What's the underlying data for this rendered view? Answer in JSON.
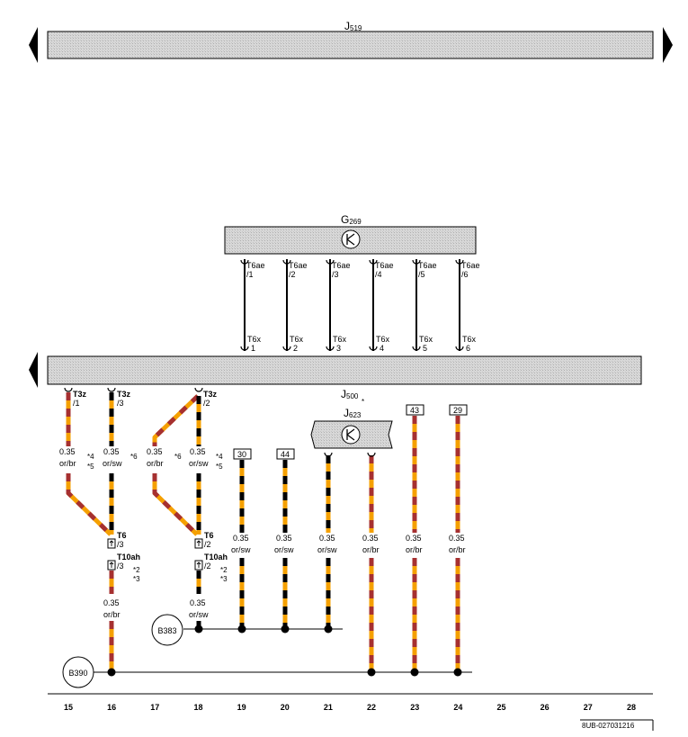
{
  "colors": {
    "or": "#f5a000",
    "br": "#a63030",
    "sw": "#000000",
    "panel_fill": "#d6d6d6",
    "panel_hatch": "#b4b4b4"
  },
  "components": {
    "j519": {
      "name": "J",
      "sub": "519"
    },
    "g269": {
      "name": "G",
      "sub": "269"
    },
    "j500": {
      "name": "J",
      "sub": "500"
    },
    "j623": {
      "name": "J",
      "sub": "623"
    }
  },
  "g269_pins": [
    {
      "top_conn": "T6ae",
      "top_pin": "/1",
      "bot_conn": "T6x",
      "bot_pin": "1"
    },
    {
      "top_conn": "T6ae",
      "top_pin": "/2",
      "bot_conn": "T6x",
      "bot_pin": "2"
    },
    {
      "top_conn": "T6ae",
      "top_pin": "/3",
      "bot_conn": "T6x",
      "bot_pin": "3"
    },
    {
      "top_conn": "T6ae",
      "top_pin": "/4",
      "bot_conn": "T6x",
      "bot_pin": "4"
    },
    {
      "top_conn": "T6ae",
      "top_pin": "/5",
      "bot_conn": "T6x",
      "bot_pin": "5"
    },
    {
      "top_conn": "T6ae",
      "top_pin": "/6",
      "bot_conn": "T6x",
      "bot_pin": "6"
    }
  ],
  "connectors": {
    "t3z_1": {
      "name": "T3z",
      "pin": "/1"
    },
    "t3z_3": {
      "name": "T3z",
      "pin": "/3"
    },
    "t3z_2": {
      "name": "T3z",
      "pin": "/2"
    },
    "t6_3": {
      "name": "T6",
      "pin": "/3"
    },
    "t6_2": {
      "name": "T6",
      "pin": "/2"
    },
    "t10ah_3": {
      "name": "T10ah",
      "pin": "/3"
    },
    "t10ah_2": {
      "name": "T10ah",
      "pin": "/2"
    }
  },
  "footnotes": {
    "n4": "*4",
    "n5": "*5",
    "n6": "*6",
    "n2": "*2",
    "n3": "*3",
    "j500_star": "*"
  },
  "wire_labels": {
    "c15_upper": {
      "size": "0.35",
      "color": "or/br"
    },
    "c16_upper": {
      "size": "0.35",
      "color": "or/sw"
    },
    "c17_upper": {
      "size": "0.35",
      "color": "or/br"
    },
    "c18_upper": {
      "size": "0.35",
      "color": "or/sw"
    },
    "c16_lower": {
      "size": "0.35",
      "color": "or/br"
    },
    "c18_lower": {
      "size": "0.35",
      "color": "or/sw"
    },
    "c19": {
      "size": "0.35",
      "color": "or/sw"
    },
    "c20": {
      "size": "0.35",
      "color": "or/sw"
    },
    "c21": {
      "size": "0.35",
      "color": "or/sw"
    },
    "c22": {
      "size": "0.35",
      "color": "or/br"
    },
    "c23": {
      "size": "0.35",
      "color": "or/br"
    },
    "c24": {
      "size": "0.35",
      "color": "or/br"
    }
  },
  "continuation_boxes": {
    "b30": "30",
    "b44": "44",
    "b43": "43",
    "b29": "29"
  },
  "ground_points": {
    "b383": "B383",
    "b390": "B390"
  },
  "column_numbers": [
    "15",
    "16",
    "17",
    "18",
    "19",
    "20",
    "21",
    "22",
    "23",
    "24",
    "25",
    "26",
    "27",
    "28"
  ],
  "diagram_code": "8UB-027031216"
}
